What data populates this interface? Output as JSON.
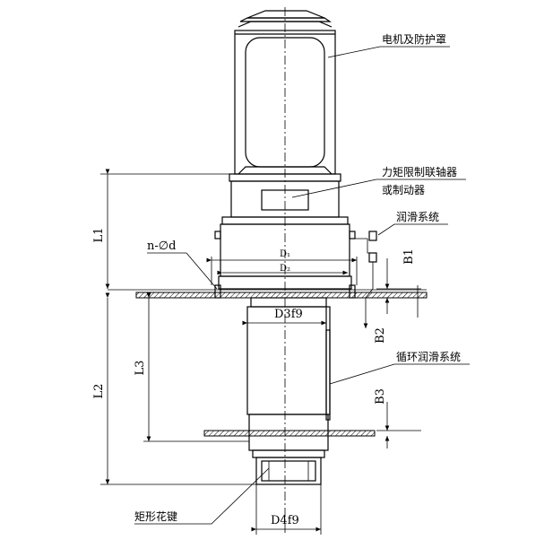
{
  "callouts": {
    "motor": "电机及防护罩",
    "coupling_line1": "力矩限制联轴器",
    "coupling_line2": "或制动器",
    "lubrication": "润滑系统",
    "circulation": "循环润滑系统",
    "spline": "矩形花键"
  },
  "dimensions": {
    "L1": "L1",
    "L2": "L2",
    "L3": "L3",
    "n_phi_d": "n-∅d",
    "D1": "D₁",
    "D2": "D₂",
    "D3": "D3f9",
    "D4": "D4f9",
    "B1": "B1",
    "B2": "B2",
    "B3": "B3"
  }
}
